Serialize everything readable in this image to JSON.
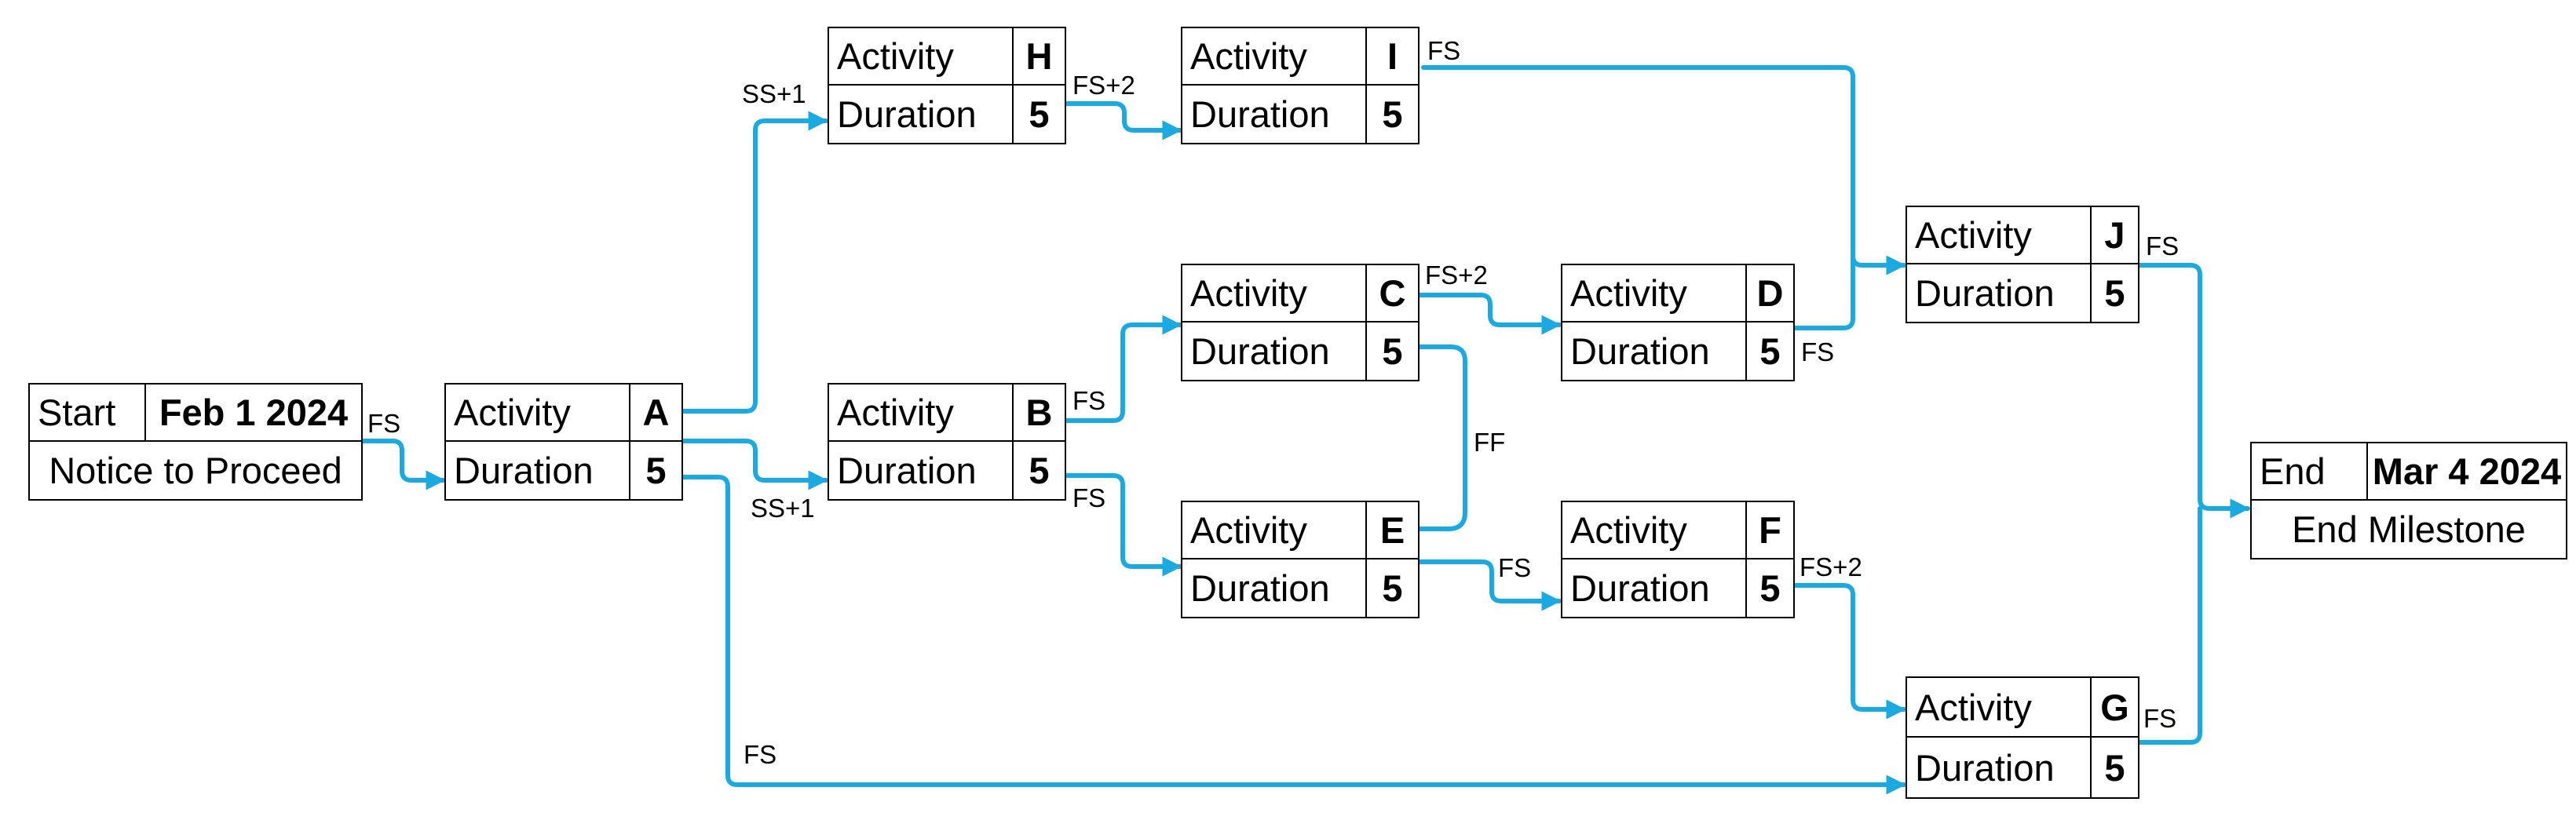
{
  "colors": {
    "link": "#1aa9e0",
    "border": "#000000",
    "background": "#ffffff"
  },
  "start": {
    "label": "Start",
    "date": "Feb 1 2024",
    "description": "Notice to Proceed"
  },
  "end": {
    "label": "End",
    "date": "Mar 4 2024",
    "description": "End Milestone"
  },
  "activities": {
    "A": {
      "label": "Activity",
      "id": "A",
      "duration_label": "Duration",
      "duration": "5"
    },
    "B": {
      "label": "Activity",
      "id": "B",
      "duration_label": "Duration",
      "duration": "5"
    },
    "C": {
      "label": "Activity",
      "id": "C",
      "duration_label": "Duration",
      "duration": "5"
    },
    "D": {
      "label": "Activity",
      "id": "D",
      "duration_label": "Duration",
      "duration": "5"
    },
    "E": {
      "label": "Activity",
      "id": "E",
      "duration_label": "Duration",
      "duration": "5"
    },
    "F": {
      "label": "Activity",
      "id": "F",
      "duration_label": "Duration",
      "duration": "5"
    },
    "G": {
      "label": "Activity",
      "id": "G",
      "duration_label": "Duration",
      "duration": "5"
    },
    "H": {
      "label": "Activity",
      "id": "H",
      "duration_label": "Duration",
      "duration": "5"
    },
    "I": {
      "label": "Activity",
      "id": "I",
      "duration_label": "Duration",
      "duration": "5"
    },
    "J": {
      "label": "Activity",
      "id": "J",
      "duration_label": "Duration",
      "duration": "5"
    }
  },
  "links": [
    {
      "from": "Start",
      "to": "A",
      "type": "FS"
    },
    {
      "from": "A",
      "to": "H",
      "type": "SS+1"
    },
    {
      "from": "A",
      "to": "B",
      "type": "SS+1"
    },
    {
      "from": "A",
      "to": "G",
      "type": "FS"
    },
    {
      "from": "H",
      "to": "I",
      "type": "FS+2"
    },
    {
      "from": "I",
      "to": "J",
      "type": "FS"
    },
    {
      "from": "B",
      "to": "C",
      "type": "FS"
    },
    {
      "from": "B",
      "to": "E",
      "type": "FS"
    },
    {
      "from": "C",
      "to": "D",
      "type": "FS+2"
    },
    {
      "from": "C",
      "to": "E",
      "type": "FF"
    },
    {
      "from": "D",
      "to": "J",
      "type": "FS"
    },
    {
      "from": "E",
      "to": "F",
      "type": "FS"
    },
    {
      "from": "F",
      "to": "G",
      "type": "FS+2"
    },
    {
      "from": "J",
      "to": "End",
      "type": "FS"
    },
    {
      "from": "G",
      "to": "End",
      "type": "FS"
    }
  ]
}
